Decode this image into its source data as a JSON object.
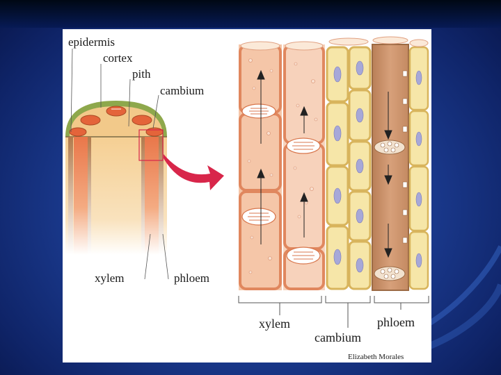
{
  "labels": {
    "epidermis": "epidermis",
    "cortex": "cortex",
    "pith": "pith",
    "cambium_top": "cambium",
    "xylem_left": "xylem",
    "phloem_left": "phloem",
    "xylem_bottom": "xylem",
    "cambium_bottom": "cambium",
    "phloem_bottom": "phloem"
  },
  "credit": "Elizabeth Morales",
  "colors": {
    "background": "#1c3d93",
    "xylem": "#f2b592",
    "cambium": "#f6e6a8",
    "phloem": "#c98e66",
    "epidermis": "#8ea84c",
    "cortex": "#f2c98a",
    "arrow": "#d8264a"
  }
}
